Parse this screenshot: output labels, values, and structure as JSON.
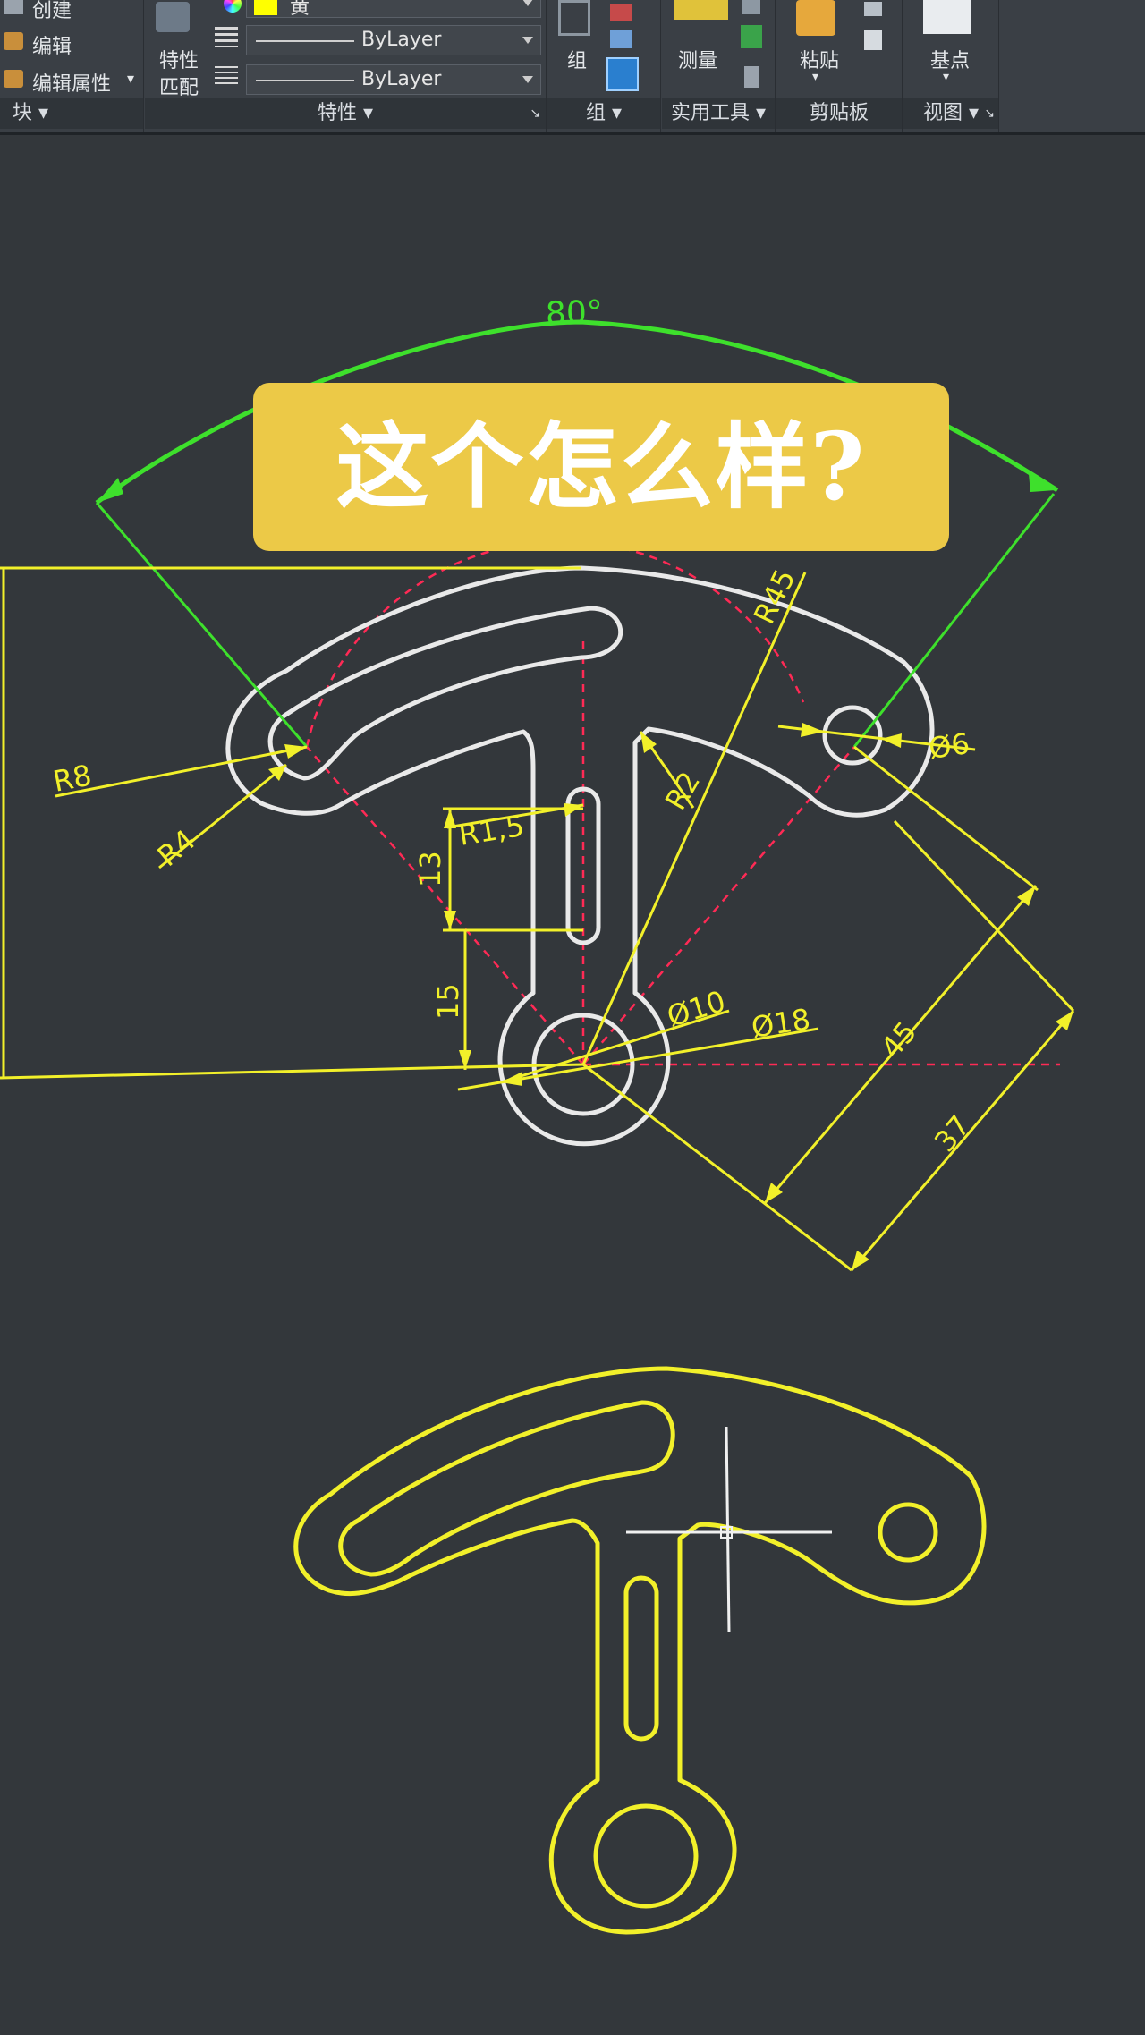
{
  "ribbon": {
    "block_panel": {
      "items": [
        "创建",
        "编辑",
        "编辑属性"
      ],
      "title": "块"
    },
    "properties_panel": {
      "match_label_1": "特性",
      "match_label_2": "匹配",
      "color_value": "黄",
      "linetype_value": "ByLayer",
      "lineweight_value": "ByLayer",
      "title": "特性"
    },
    "group_panel": {
      "button_label": "组",
      "title": "组"
    },
    "utilities_panel": {
      "button_label": "测量",
      "title": "实用工具"
    },
    "clipboard_panel": {
      "button_label": "粘贴",
      "title": "剪贴板"
    },
    "view_panel": {
      "button_label": "基点",
      "title": "视图"
    }
  },
  "caption": "这个怎么样?",
  "dimensions": {
    "angle": "80°",
    "r45": "R45",
    "r8": "R8",
    "r4": "R4",
    "r2": "R2",
    "r1_5": "R1,5",
    "d6": "Ø6",
    "d10": "Ø10",
    "d18": "Ø18",
    "len13": "13",
    "len15": "15",
    "len45": "45",
    "len37": "37"
  },
  "colors": {
    "canvas_bg": "#33373b",
    "dimension_yellow": "#f2f02a",
    "angle_green": "#3ee02c",
    "outline_white": "#e9e9e9",
    "centerline_red": "#ff2a55",
    "caption_bg": "#ecc947"
  }
}
